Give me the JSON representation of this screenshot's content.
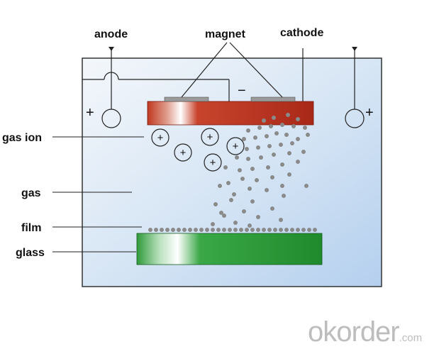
{
  "labels": {
    "anode": "anode",
    "magnet": "magnet",
    "cathode": "cathode",
    "gas_ion": "gas ion",
    "gas": "gas",
    "film": "film",
    "glass": "glass"
  },
  "symbols": {
    "plus": "+",
    "minus": "−"
  },
  "watermark": {
    "main": "okorder",
    "sub": ".com"
  },
  "colors": {
    "chamber_top": "#f3f7fb",
    "chamber_bottom": "#b9d3ee",
    "cathode": "#b8311f",
    "glass": "#2e9a3c",
    "particle": "#8a8a8a",
    "line": "#222222"
  }
}
